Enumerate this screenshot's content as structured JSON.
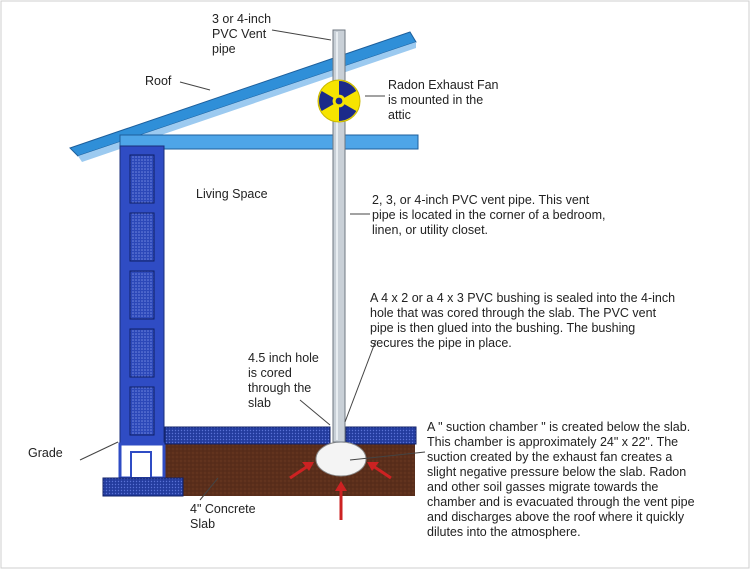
{
  "labels": {
    "vent_pipe_top": "3 or 4-inch\nPVC Vent\npipe",
    "roof": "Roof",
    "radon_fan": "Radon Exhaust Fan\nis mounted in the\nattic",
    "living_space": "Living Space",
    "vent_pipe_location": "2, 3, or 4-inch PVC vent pipe. This vent\npipe is located in the corner of a bedroom,\nlinen, or utility closet.",
    "bushing": "A 4 x 2 or a 4 x 3 PVC bushing is sealed into the 4-inch\nhole that was cored through the slab. The PVC vent\npipe is then glued into the bushing. The bushing\nsecures the pipe in place.",
    "hole": "4.5 inch hole\nis cored\nthrough the\nslab",
    "grade": "Grade",
    "concrete_slab": "4\" Concrete\nSlab",
    "suction_chamber": "A \" suction chamber \" is created below the slab.\nThis chamber is approximately 24\" x 22\". The\nsuction created by the exhaust fan creates a\nslight negative pressure below the slab. Radon\nand other soil gasses migrate towards the\nchamber and is evacuated through the vent pipe\nand discharges above the roof where it quickly\ndilutes into the atmosphere."
  },
  "icons": {
    "fan": "radiation-trefoil",
    "soil_gas_arrows": "red-arrows"
  },
  "colors": {
    "wall_block": "#3d57c9",
    "block_cell": "#1f3aa8",
    "roof": "#2f8fd8",
    "pipe": "#c8cfd6",
    "slab": "#2a3d9c",
    "soil": "#5a2e1b",
    "fan_yellow": "#f6e400",
    "arrow": "#cc2222"
  }
}
